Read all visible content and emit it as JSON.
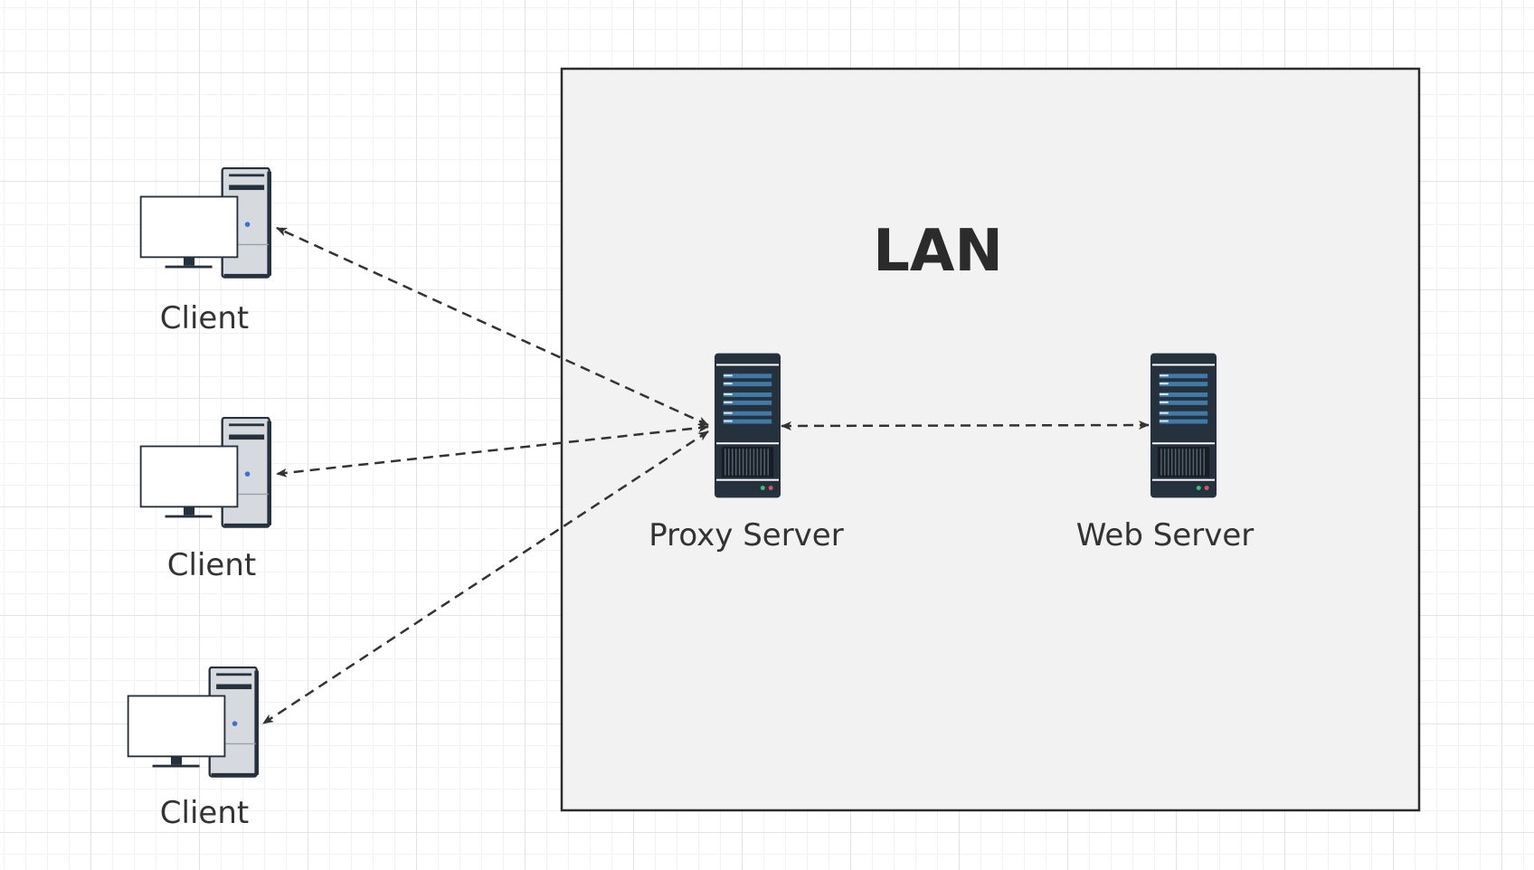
{
  "lan": {
    "title": "LAN",
    "fill": "#f2f2f2",
    "stroke": "#2b2b2b"
  },
  "clients": [
    {
      "label": "Client",
      "icon": "desktop-computer-icon"
    },
    {
      "label": "Client",
      "icon": "desktop-computer-icon"
    },
    {
      "label": "Client",
      "icon": "desktop-computer-icon"
    }
  ],
  "servers": {
    "proxy": {
      "label": "Proxy Server",
      "icon": "server-rack-icon"
    },
    "web": {
      "label": "Web Server",
      "icon": "server-rack-icon"
    }
  },
  "connections": [
    {
      "from": "Proxy Server",
      "to": "Client",
      "style": "dashed",
      "direction": "bidirectional"
    },
    {
      "from": "Proxy Server",
      "to": "Client",
      "style": "dashed",
      "direction": "bidirectional"
    },
    {
      "from": "Proxy Server",
      "to": "Client",
      "style": "dashed",
      "direction": "bidirectional"
    },
    {
      "from": "Proxy Server",
      "to": "Web Server",
      "style": "dashed",
      "direction": "bidirectional"
    }
  ],
  "colors": {
    "server_body": "#25313d",
    "server_panel": "#3f7aa8",
    "pc_tower": "#d6d9de",
    "pc_outline": "#25313d",
    "pc_led": "#3b6fd8",
    "arrow": "#333333"
  }
}
